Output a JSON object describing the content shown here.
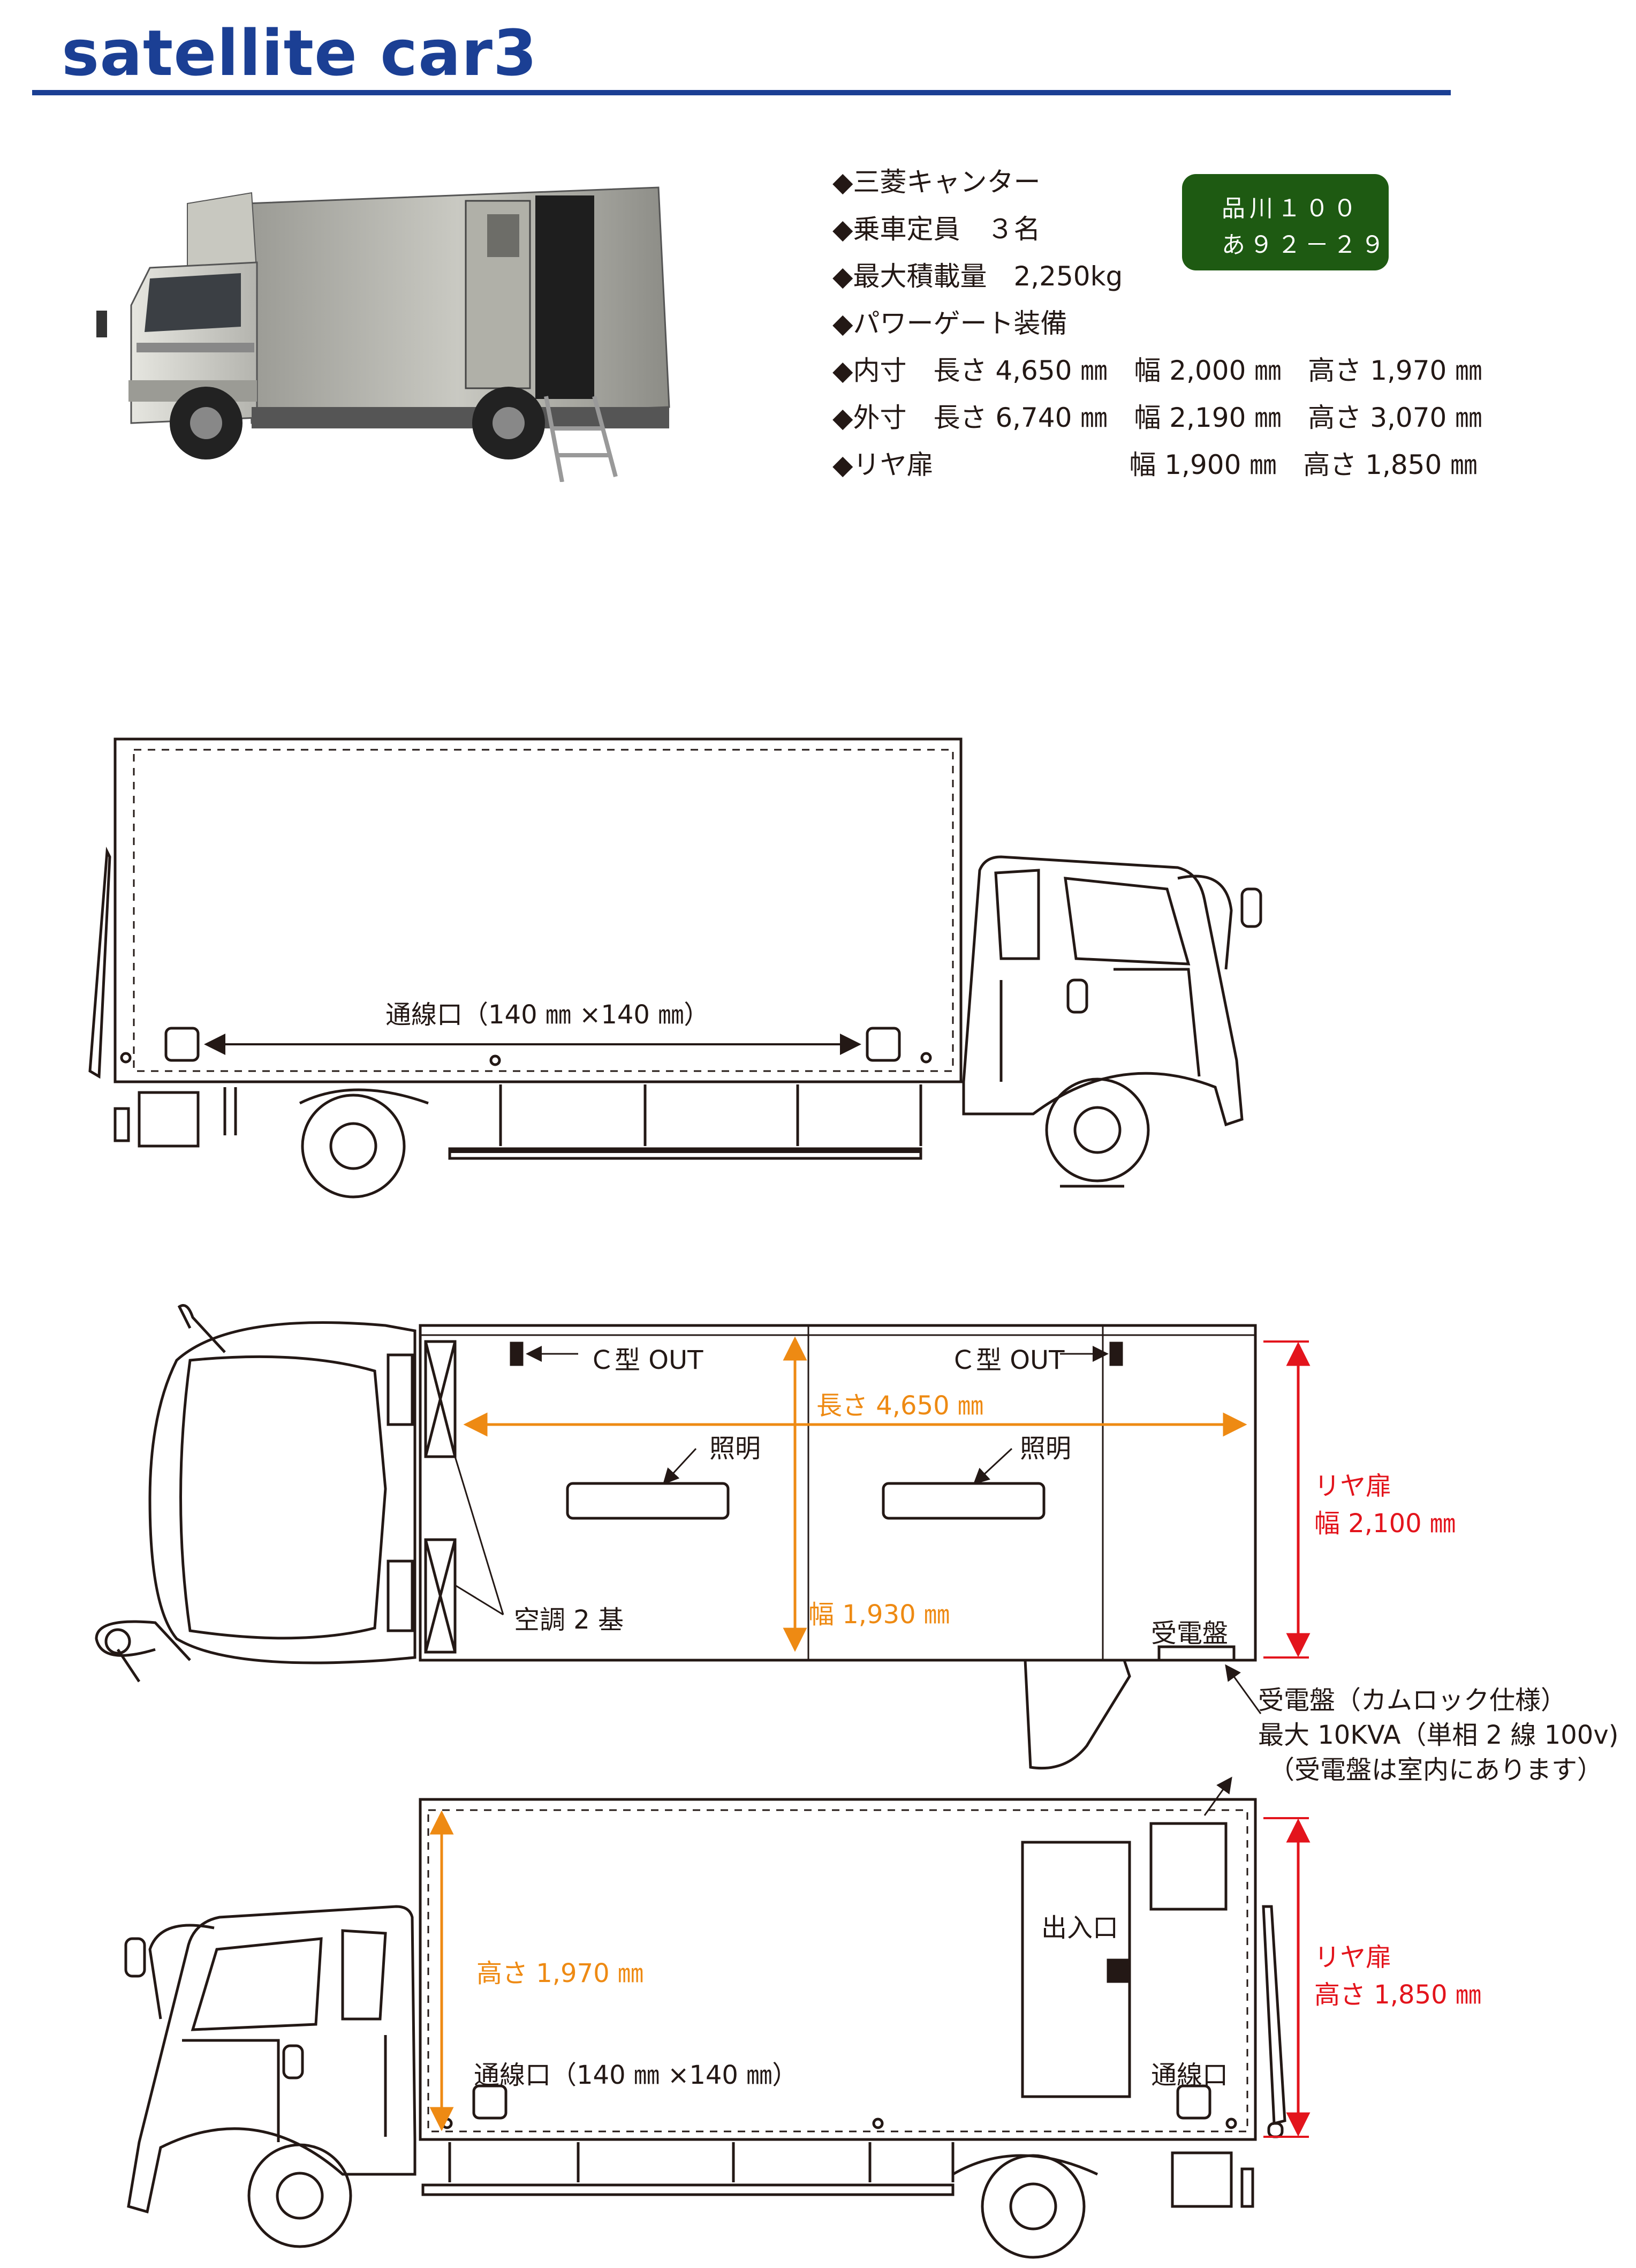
{
  "header": {
    "title": "satellite car3"
  },
  "specs": [
    "◆三菱キャンター",
    "◆乗車定員　３名",
    "◆最大積載量　2,250kg",
    "◆パワーゲート装備",
    "◆内寸　長さ 4,650 ㎜　幅 2,000 ㎜　高さ 1,970 ㎜",
    "◆外寸　長さ 6,740 ㎜　幅 2,190 ㎜　高さ 3,070 ㎜",
    "◆リヤ扉　　　　　　　 幅 1,900 ㎜　高さ 1,850 ㎜"
  ],
  "plate": {
    "line1": "品川１００",
    "line2": "あ９２－２９",
    "color": "#1e5a12"
  },
  "side_view": {
    "cable_port": "通線口（140 ㎜ ×140 ㎜）"
  },
  "top_view": {
    "c_out_left": "Ｃ型 OUT",
    "c_out_right": "Ｃ型 OUT",
    "length": "長さ 4,650 ㎜",
    "light_left": "照明",
    "light_right": "照明",
    "aircon": "空調 2 基",
    "width": "幅 1,930 ㎜",
    "power_panel": "受電盤",
    "rear_door_label": "リヤ扉",
    "rear_door_width": "幅 2,100 ㎜"
  },
  "power_note": {
    "line1": "受電盤（カムロック仕様）",
    "line2": "最大 10KVA（単相 2 線 100v)",
    "line3": "（受電盤は室内にあります）"
  },
  "left_view": {
    "height": "高さ 1,970 ㎜",
    "entrance": "出入口",
    "cable_port": "通線口（140 ㎜ ×140 ㎜）",
    "cable_port_right": "通線口",
    "rear_door_label": "リヤ扉",
    "rear_door_height": "高さ 1,850 ㎜"
  },
  "colors": {
    "brand": "#1b3f94",
    "dimension": "#ee8a13",
    "rear_door": "#e3141c"
  }
}
